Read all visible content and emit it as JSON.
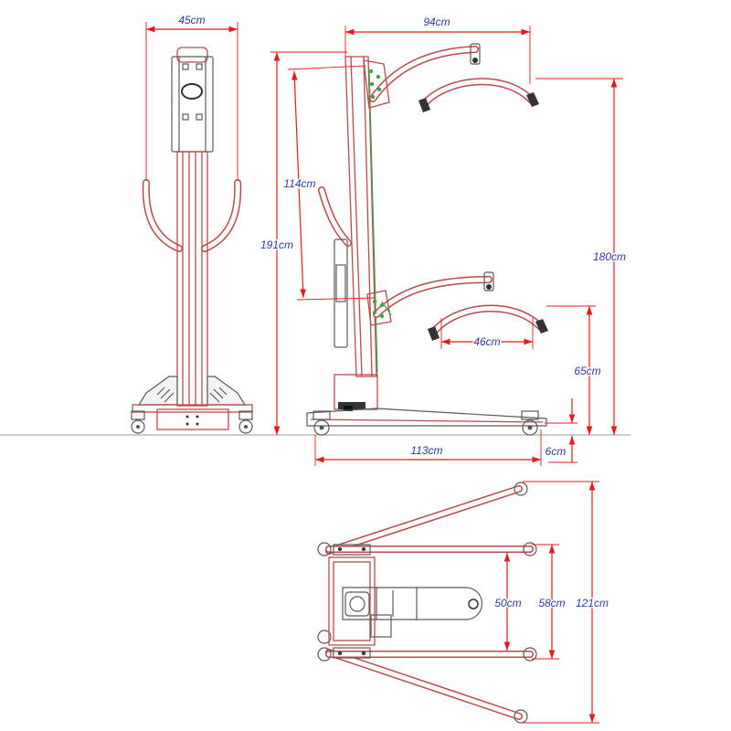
{
  "labels": {
    "front_width": "45cm",
    "boom_reach": "94cm",
    "lift_travel": "114cm",
    "overall_height": "191cm",
    "max_height": "180cm",
    "spreader_width": "46cm",
    "min_height": "65cm",
    "base_length": "113cm",
    "base_clearance": "6cm",
    "leg_inner_width": "50cm",
    "leg_outer_width": "58cm",
    "legs_open_width": "121cm"
  },
  "colors": {
    "frame": "#b94a4a",
    "dimension": "#e31b1b",
    "label": "#2e3a9e",
    "actuator": "#3fa34d",
    "outline": "#5a5a5a"
  }
}
